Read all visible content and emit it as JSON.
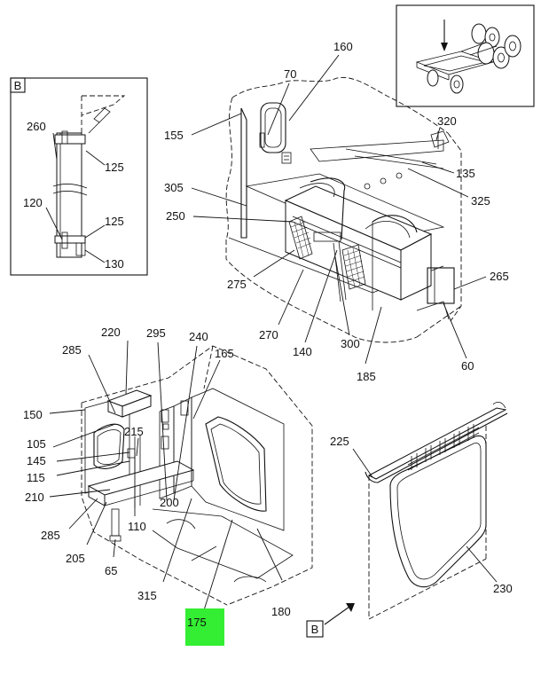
{
  "callouts": {
    "c60": "60",
    "c65": "65",
    "c70": "70",
    "c105": "105",
    "c110": "110",
    "c115": "115",
    "c120": "120",
    "c125a": "125",
    "c125b": "125",
    "c130": "130",
    "c135": "135",
    "c140": "140",
    "c145": "145",
    "c150": "150",
    "c155": "155",
    "c160": "160",
    "c165": "165",
    "c175": "175",
    "c180": "180",
    "c185": "185",
    "c200": "200",
    "c205": "205",
    "c210": "210",
    "c215": "215",
    "c220": "220",
    "c225": "225",
    "c230": "230",
    "c240": "240",
    "c250": "250",
    "c260": "260",
    "c265": "265",
    "c270": "270",
    "c275": "275",
    "c285a": "285",
    "c285b": "285",
    "c295": "295",
    "c300": "300",
    "c305": "305",
    "c315": "315",
    "c320": "320",
    "c325": "325"
  },
  "detail_labels": {
    "inset_b": "B",
    "view_b": "B"
  },
  "colors": {
    "highlight": "#33ee33",
    "ink": "#111111",
    "background": "#ffffff"
  }
}
